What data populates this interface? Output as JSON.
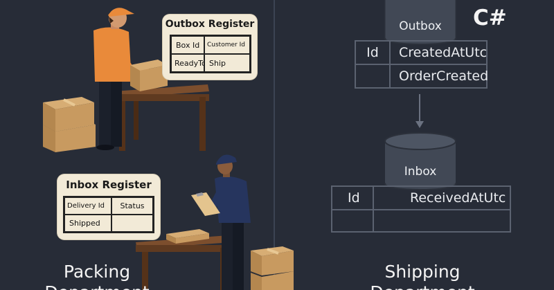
{
  "outbox_register": {
    "title": "Outbox Register",
    "cells": [
      "Box Id",
      "Customer Id",
      "ReadyTo",
      "Ship"
    ]
  },
  "inbox_register": {
    "title": "Inbox Register",
    "cells": [
      "Delivery Id",
      "Status",
      "Shipped",
      ""
    ]
  },
  "packing_label": "Packing Department",
  "shipping_label": "Shipping Department",
  "language_badge": "C#",
  "outbox_db": {
    "label": "Outbox",
    "row1": {
      "col1": "Id",
      "col2": "CreatedAtUtc"
    },
    "row2": {
      "col1": "",
      "col2": "OrderCreated"
    }
  },
  "inbox_db": {
    "label": "Inbox",
    "row1": {
      "col1": "Id",
      "col2": "ReceivedAtUtc"
    },
    "row2": {
      "col1": "",
      "col2": ""
    }
  },
  "colors": {
    "background": "#272c37",
    "divider": "#3c4453",
    "cylinder": "#414855",
    "table_border": "#5b6270",
    "worker_shirt_orange": "#e98a3a",
    "worker_shirt_navy": "#26355e",
    "box_cardboard": "#c79a62",
    "table_wood": "#6b4226",
    "card_paper": "#f2ead7"
  }
}
